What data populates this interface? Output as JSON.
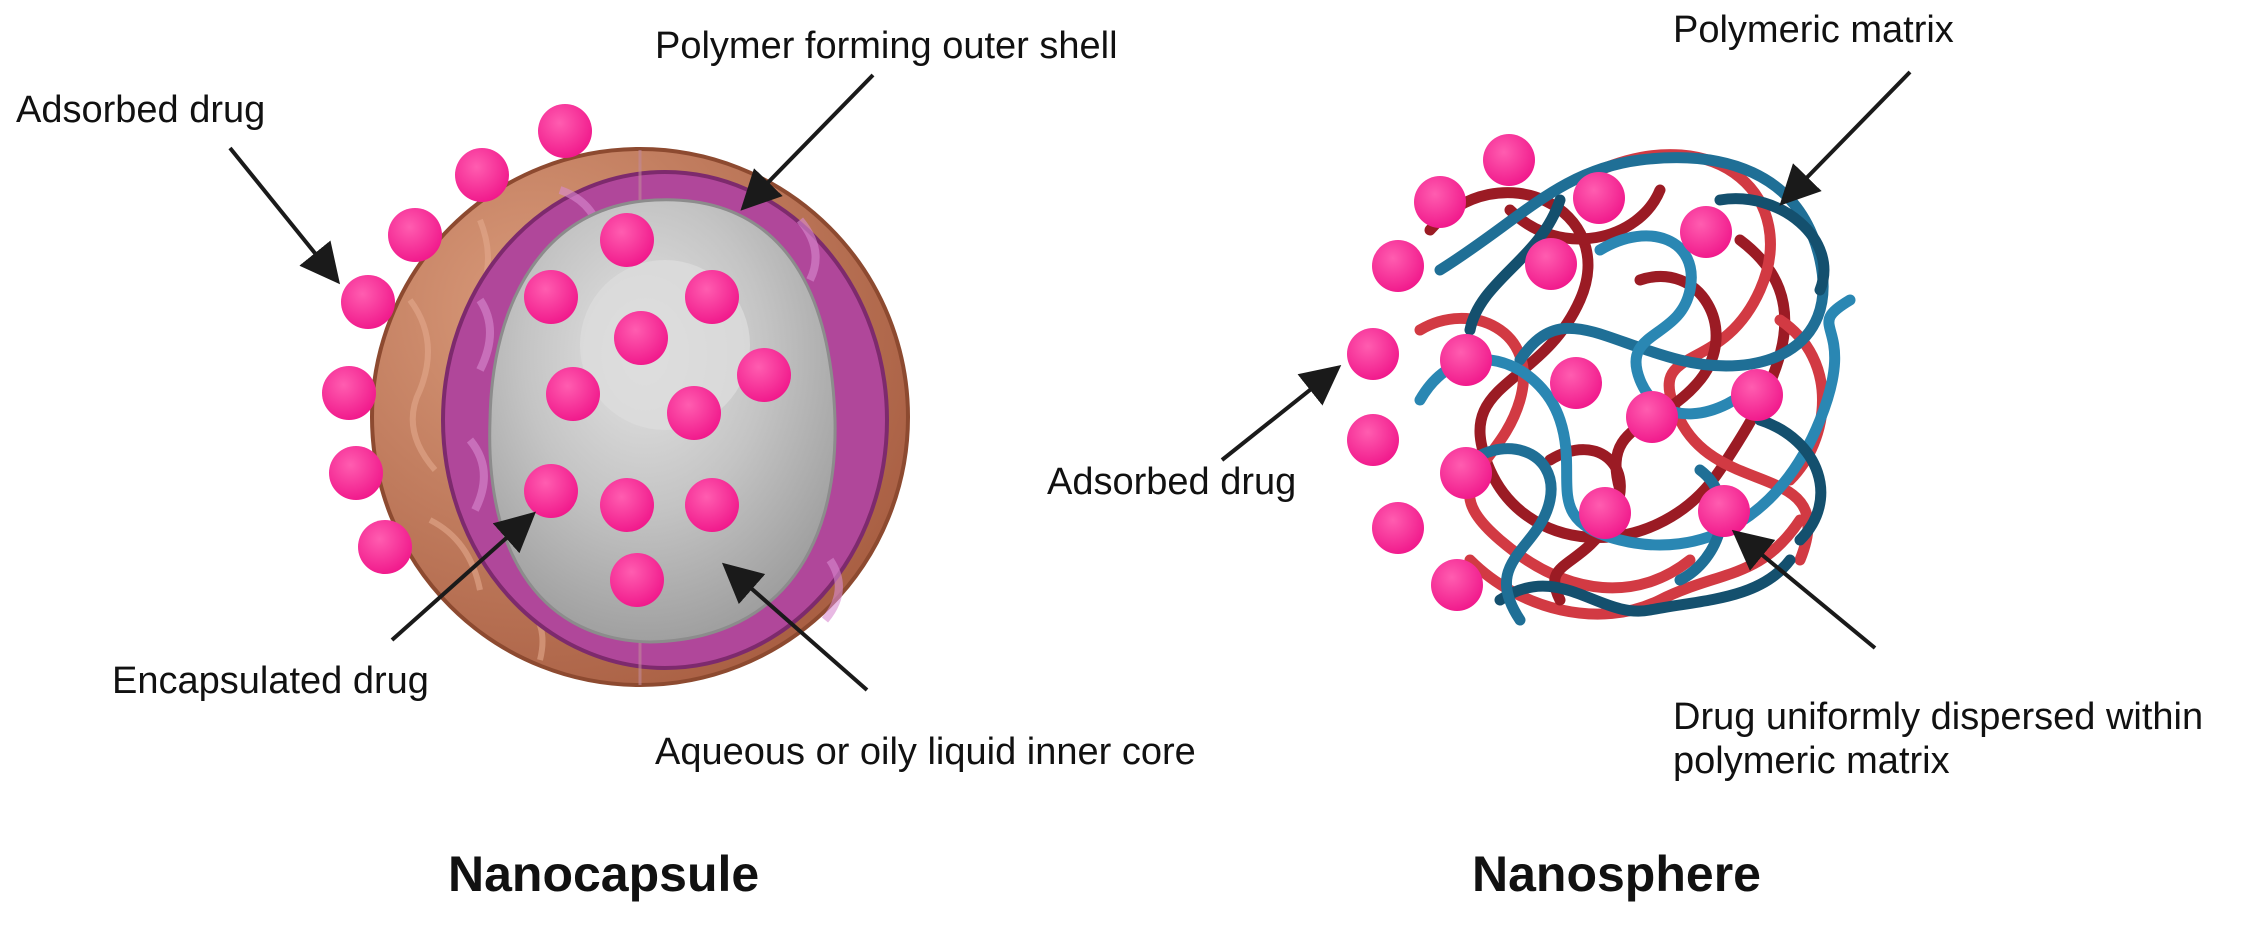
{
  "panels": [
    {
      "title": "Nanocapsule",
      "labels": {
        "adsorbed": "Adsorbed drug",
        "shell": "Polymer forming outer shell",
        "encapsulated": "Encapsulated drug",
        "core": "Aqueous or oily liquid inner core"
      }
    },
    {
      "title": "Nanosphere",
      "labels": {
        "matrix": "Polymeric matrix",
        "adsorbed": "Adsorbed drug",
        "dispersed_line1": "Drug uniformly dispersed within",
        "dispersed_line2": "polymeric matrix"
      }
    }
  ],
  "colors": {
    "drug": "#ff2d95",
    "shell_outer": "#c47a5c",
    "shell_inner": "#b0479a",
    "core": "#b9b9b9",
    "strand_blue": "#1f6f96",
    "strand_red": "#c8323a",
    "arrow": "#1a1a1a"
  }
}
